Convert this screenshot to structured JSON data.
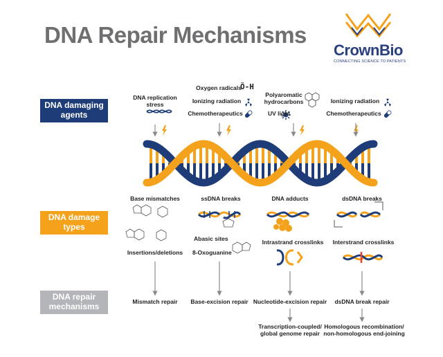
{
  "title": "DNA Repair Mechanisms",
  "logo": {
    "name": "CrownBio",
    "tagline": "CONNECTING SCIENCE TO PATIENTS"
  },
  "rows": {
    "agents": "DNA damaging agents",
    "damage": "DNA damage types",
    "repair": "DNA repair mechanisms"
  },
  "agents": {
    "replication": "DNA replication stress",
    "oxygen": "Oxygen radicals",
    "oxygen_symbol": "Ö-H",
    "ionizing1": "Ionizing radiation",
    "chemo1": "Chemotherapeutics",
    "polyaromatic": "Polyaromatic hydrocarbons",
    "uv": "UV light",
    "ionizing2": "Ionizing radiation",
    "chemo2": "Chemotherapeutics"
  },
  "damage": {
    "mismatches": "Base mismatches",
    "insertions": "Insertions/deletions",
    "ssbreaks": "ssDNA breaks",
    "abasic": "Abasic sites",
    "oxoguanine": "8-Oxoguanine",
    "adducts": "DNA adducts",
    "intrastrand": "Intrastrand crosslinks",
    "dsbreaks": "dsDNA breaks",
    "interstrand": "Interstrand crosslinks"
  },
  "repair": {
    "mismatch": "Mismatch repair",
    "base_excision": "Base-excision repair",
    "nucleotide_excision": "Nucleotide-excision repair",
    "ner_sub": "Transcription-coupled/ global genome repair",
    "ds_break": "dsDNA break repair",
    "ds_sub": "Homologous recombination/ non-homologous end-joining"
  },
  "colors": {
    "navy": "#1d3c78",
    "orange": "#f4a21c",
    "gray": "#b3b5b8",
    "title": "#6f6f72",
    "arrow": "#8a8a8a"
  }
}
